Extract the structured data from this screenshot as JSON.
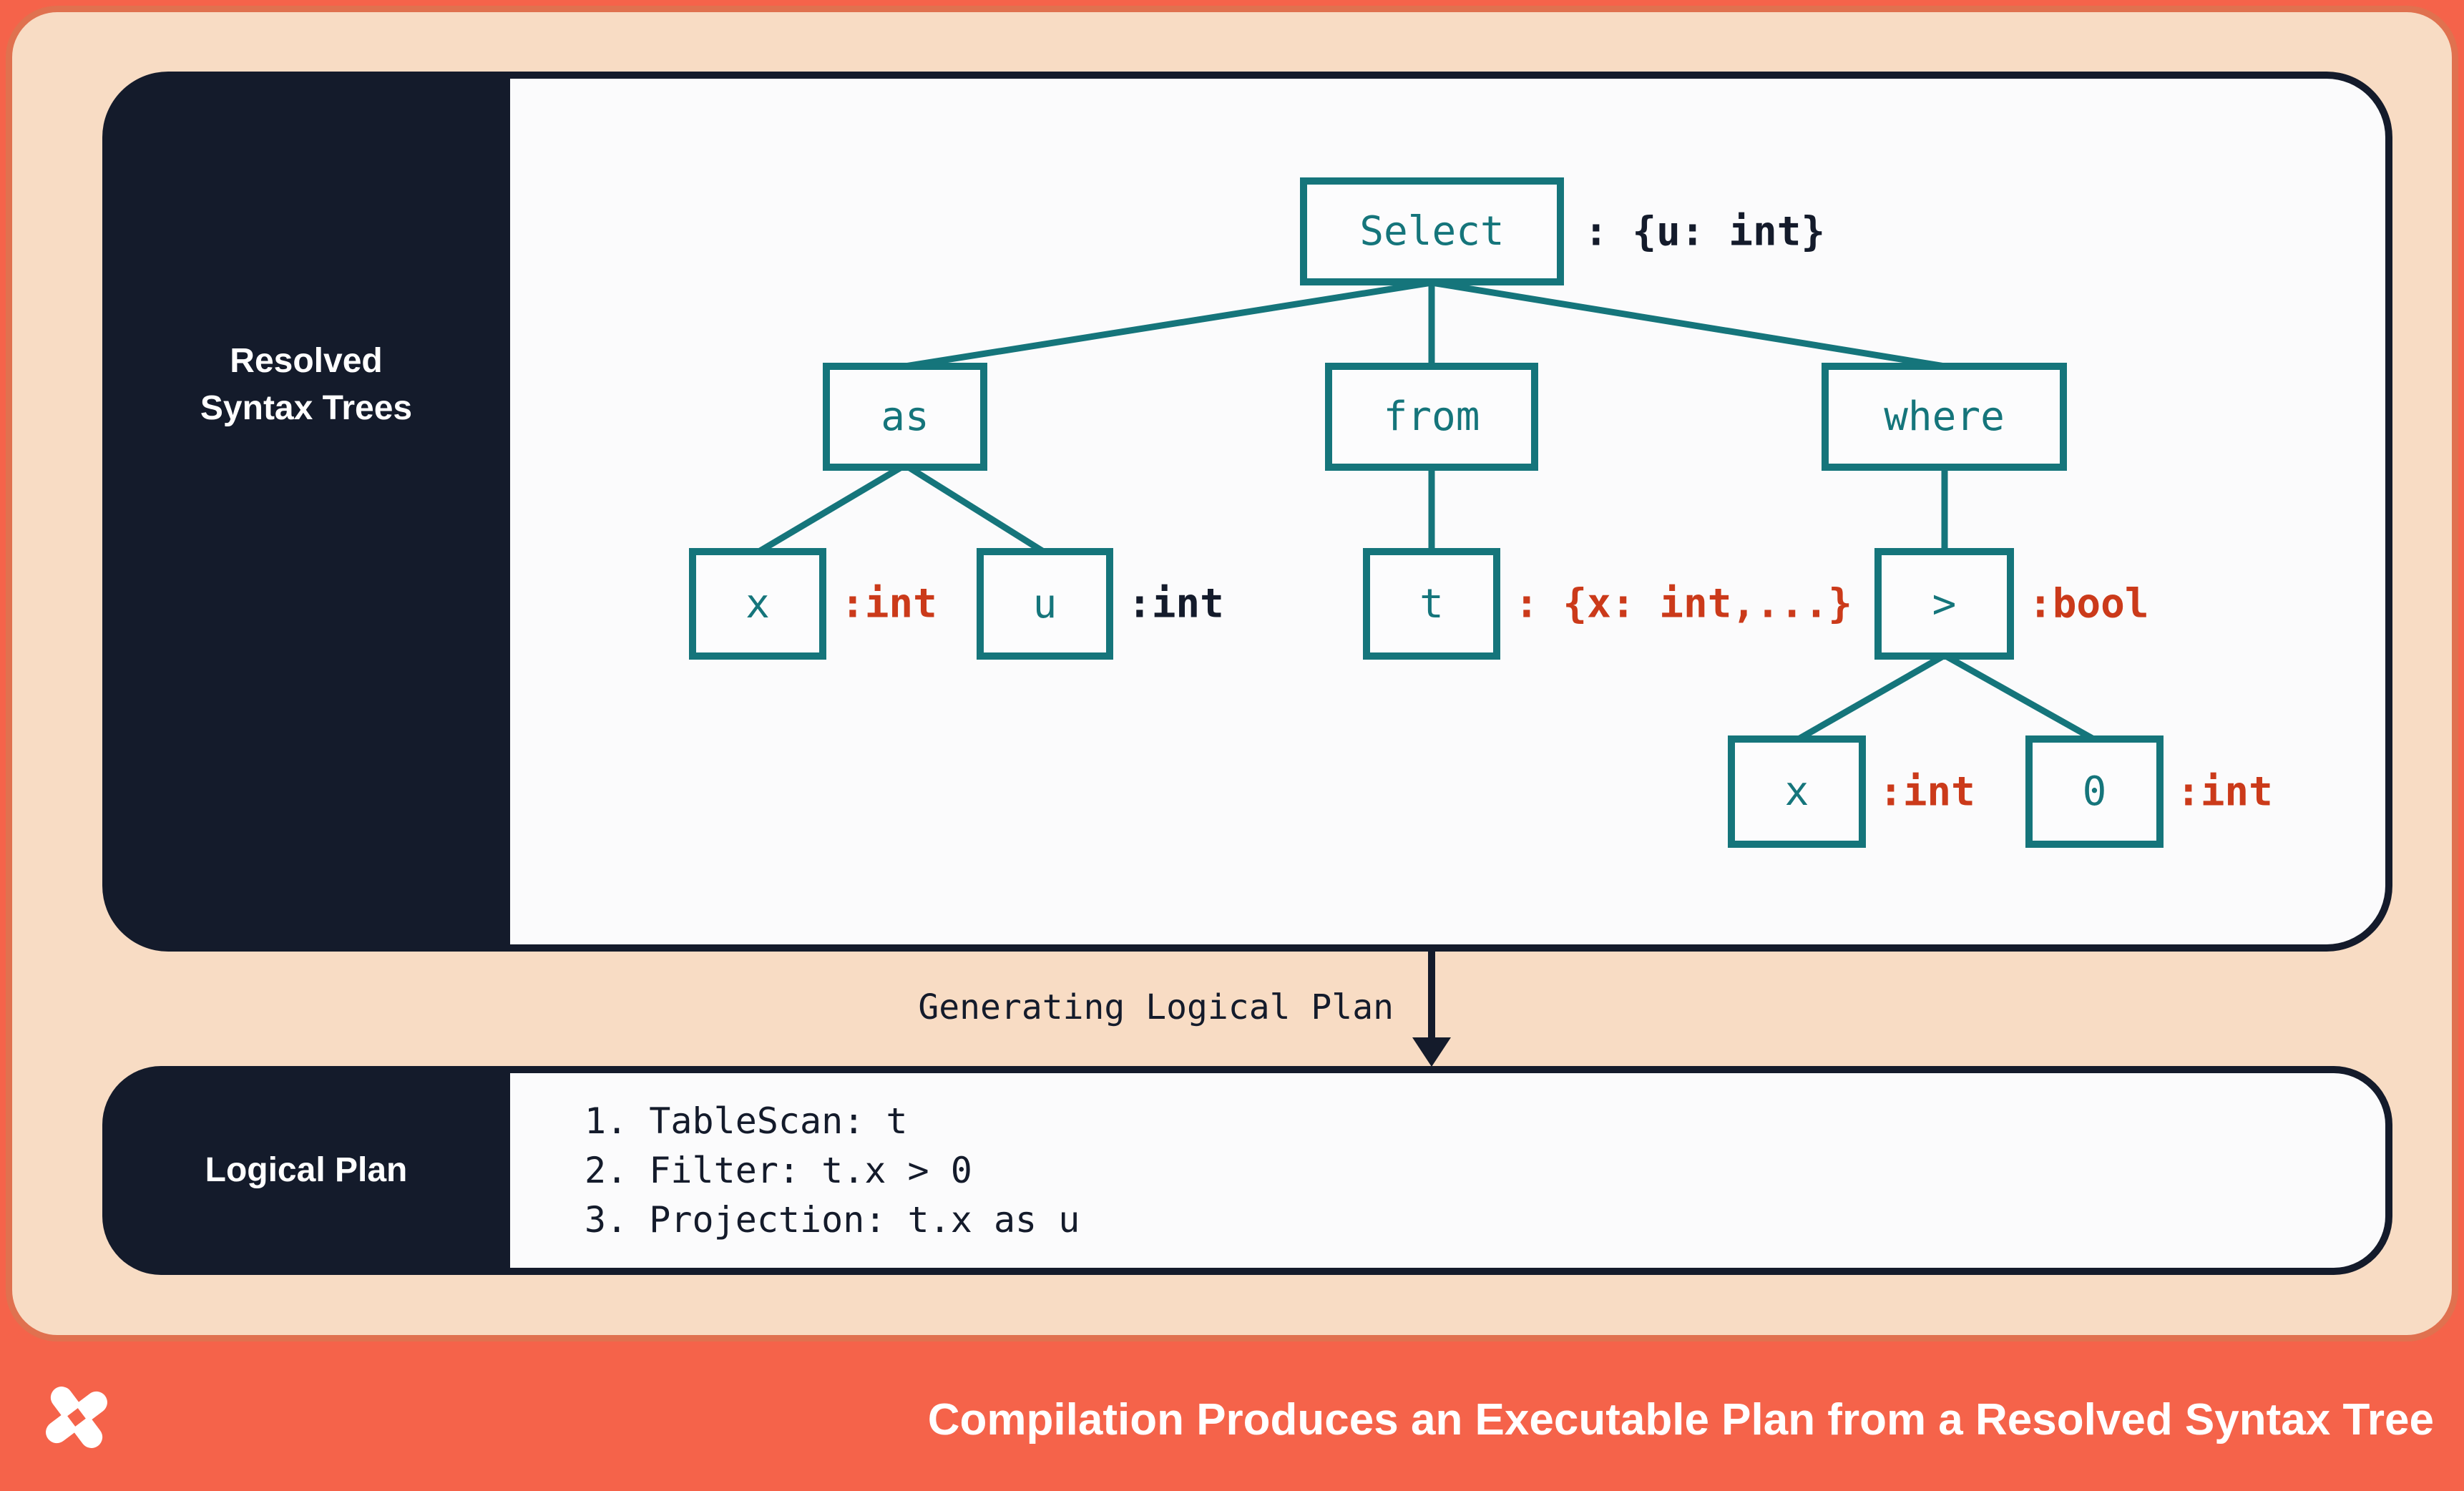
{
  "colors": {
    "coral_background": "#f5634a",
    "peach_frame": "#f8dcc4",
    "frame_stroke": "#e0714f",
    "navy_panel": "#141b2b",
    "panel_white": "#fbfbfc",
    "teal_node": "#15757b",
    "red_annotation": "#cb3a1a",
    "white_text": "#ffffff"
  },
  "resolved_panel": {
    "sidebar_title_lines": [
      "Resolved",
      "Syntax Trees"
    ]
  },
  "tree": {
    "nodes": {
      "select": {
        "label": "Select",
        "annotation": ": {u: int}"
      },
      "as": {
        "label": "as"
      },
      "from": {
        "label": "from"
      },
      "where": {
        "label": "where"
      },
      "x1": {
        "label": "x",
        "annotation": ":int"
      },
      "u": {
        "label": "u",
        "annotation": ":int"
      },
      "t": {
        "label": "t",
        "annotation": ": {x: int,...}"
      },
      "gt": {
        "label": ">",
        "annotation": ":bool"
      },
      "x2": {
        "label": "x",
        "annotation": ":int"
      },
      "zero": {
        "label": "0",
        "annotation": ":int"
      }
    }
  },
  "transition": {
    "label": "Generating Logical Plan"
  },
  "logical_panel": {
    "sidebar_title": "Logical Plan",
    "steps": [
      "1. TableScan: t",
      "2. Filter: t.x > 0",
      "3. Projection: t.x as u"
    ]
  },
  "footer": {
    "title": "Compilation Produces an Executable Plan from a Resolved Syntax Tree",
    "logo": "pinwheel-star"
  }
}
